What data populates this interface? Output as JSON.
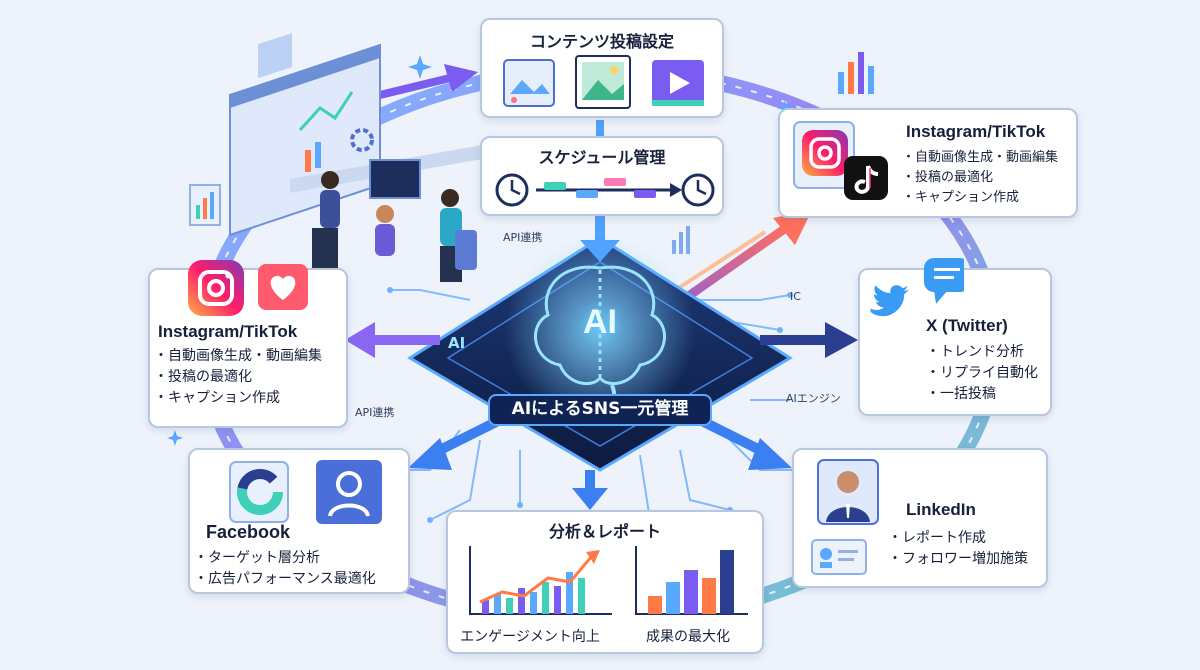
{
  "colors": {
    "accent": "#5aa9ff",
    "purple": "#7a5cf0",
    "teal": "#3fd0b8",
    "navy": "#16203a",
    "orange": "#ff7a45"
  },
  "center": {
    "ai_badge": "AI",
    "corner_label": "AI",
    "banner": "AIによるSNS一元管理"
  },
  "top_panels": {
    "content": {
      "title": "コンテンツ投稿設定",
      "icons": [
        "image-post-icon",
        "photo-icon",
        "video-icon"
      ]
    },
    "schedule": {
      "title": "スケジュール管理",
      "icons": [
        "clock-icon",
        "timeline-icon",
        "clock-icon"
      ]
    }
  },
  "left_card": {
    "title": "Instagram/TikTok",
    "items": [
      "自動画像生成・動画編集",
      "投稿の最適化",
      "キャプション作成"
    ],
    "icons": [
      "instagram-icon",
      "heart-icon"
    ]
  },
  "right_top_card": {
    "title": "Instagram/TikTok",
    "items": [
      "自動画像生成・動画編集",
      "投稿の最適化",
      "キャプション作成"
    ],
    "icons": [
      "instagram-icon",
      "tiktok-icon"
    ]
  },
  "x_card": {
    "title": "X (Twitter)",
    "items": [
      "トレンド分析",
      "リプライ自動化",
      "一括投稿"
    ],
    "icons": [
      "chat-bubble-icon",
      "twitter-bird-icon"
    ]
  },
  "facebook_card": {
    "title": "Facebook",
    "items": [
      "ターゲット層分析",
      "広告パフォーマンス最適化"
    ],
    "icons": [
      "pie-chart-icon",
      "user-profile-icon"
    ]
  },
  "linkedin_card": {
    "title": "LinkedIn",
    "items": [
      "レポート作成",
      "フォロワー増加施策"
    ],
    "icons": [
      "person-avatar-icon",
      "id-card-icon"
    ]
  },
  "report_card": {
    "title": "分析＆レポート",
    "charts": [
      "line-bar-chart-icon",
      "bar-chart-icon"
    ],
    "captions": [
      "エンゲージメント向上",
      "成果の最大化"
    ]
  },
  "labels": {
    "api_top": "API連携",
    "api_left": "API連携",
    "ic": "IC",
    "ai_engine": "AIエンジン"
  }
}
